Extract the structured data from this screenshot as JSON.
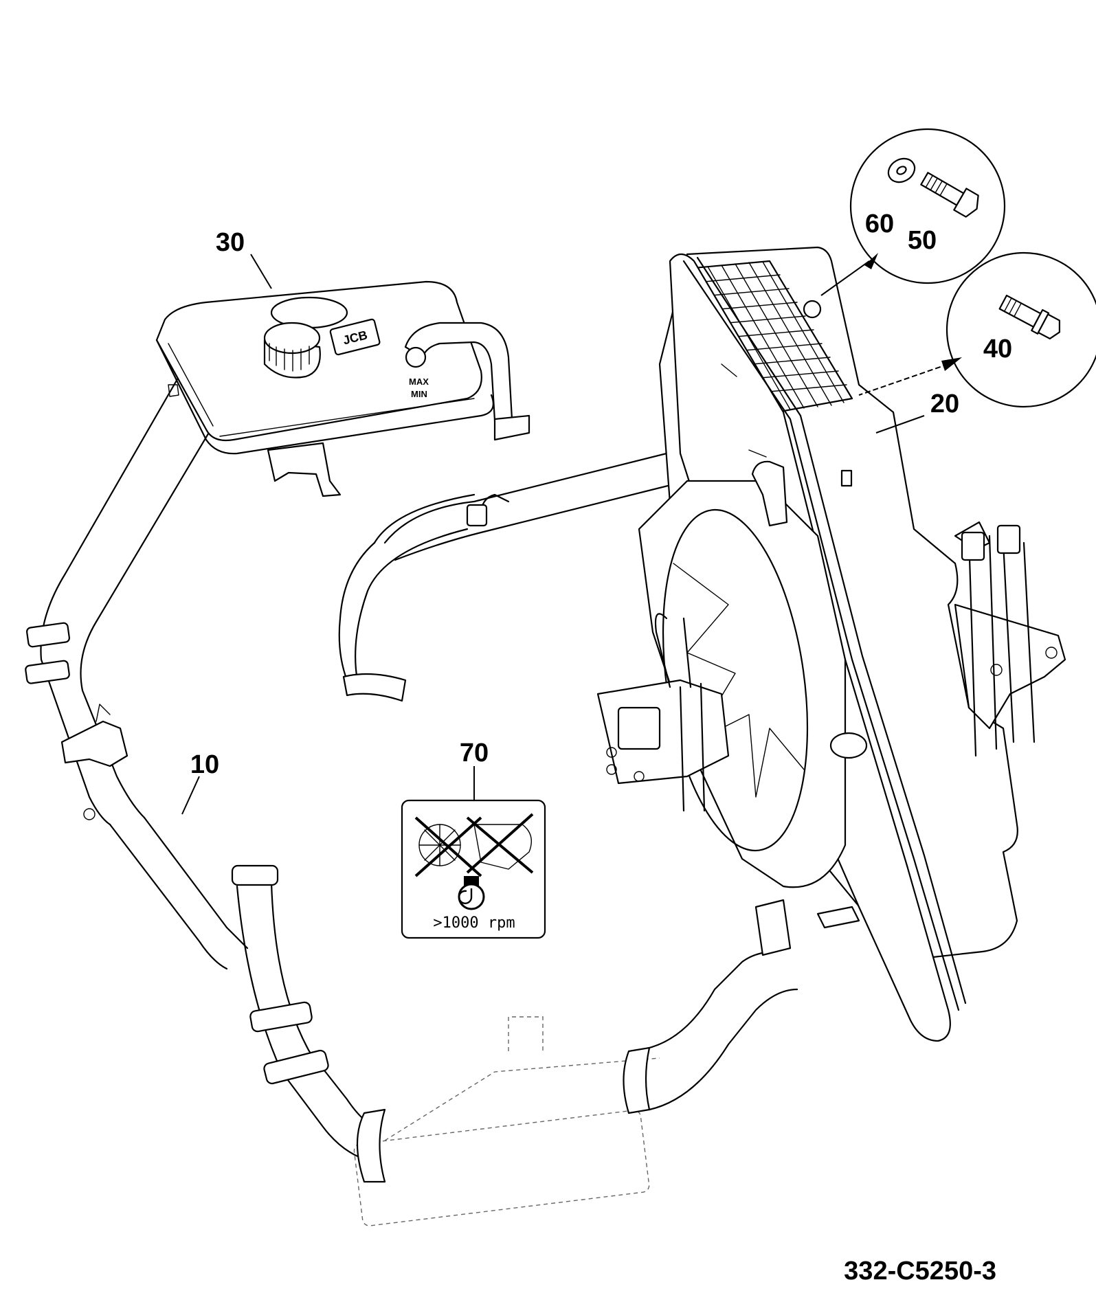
{
  "callouts": {
    "hose_lower": "10",
    "radiator": "20",
    "expansion_tank": "30",
    "bolt_flanged": "40",
    "bolt": "50",
    "washer": "60",
    "decal": "70"
  },
  "decal": {
    "rpm_text": ">1000 rpm"
  },
  "tank": {
    "brand": "JCB",
    "max_label": "MAX",
    "min_label": "MIN"
  },
  "drawing_number": "332-C5250-3",
  "colors": {
    "line": "#000000",
    "background": "#ffffff",
    "hidden_line": "#666666"
  },
  "icons": [
    "fan-crossed-out-icon",
    "hand-crossed-out-icon",
    "engine-speed-icon"
  ]
}
